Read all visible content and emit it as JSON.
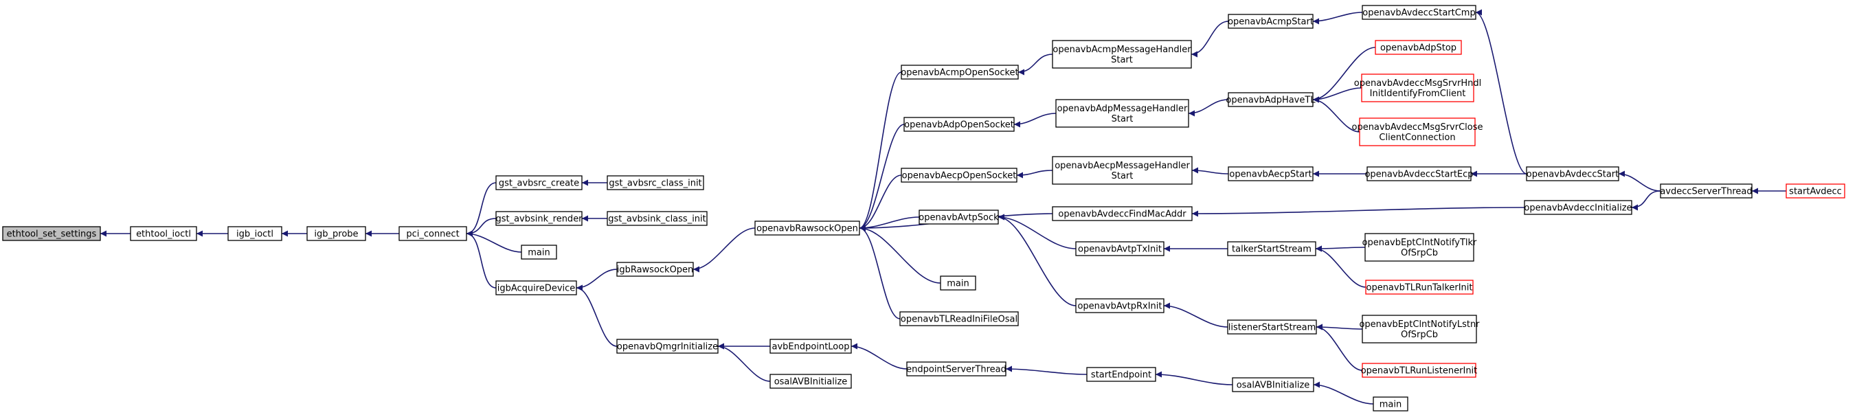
{
  "graph": {
    "root": "ethtool_set_settings",
    "colors": {
      "edge": "#191970",
      "border": "#000000",
      "missing_border": "#ff0000",
      "root_fill": "#bfbfbf"
    },
    "nodes": [
      {
        "id": "ethtool_set_settings",
        "lines": [
          "ethtool_set_settings"
        ],
        "style": "root"
      },
      {
        "id": "ethtool_ioctl",
        "lines": [
          "ethtool_ioctl"
        ]
      },
      {
        "id": "igb_ioctl",
        "lines": [
          "igb_ioctl"
        ]
      },
      {
        "id": "igb_probe",
        "lines": [
          "igb_probe"
        ]
      },
      {
        "id": "pci_connect",
        "lines": [
          "pci_connect"
        ]
      },
      {
        "id": "gst_avbsrc_create",
        "lines": [
          "gst_avbsrc_create"
        ]
      },
      {
        "id": "gst_avbsrc_class_init",
        "lines": [
          "gst_avbsrc_class_init"
        ]
      },
      {
        "id": "gst_avbsink_render",
        "lines": [
          "gst_avbsink_render"
        ]
      },
      {
        "id": "gst_avbsink_class_init",
        "lines": [
          "gst_avbsink_class_init"
        ]
      },
      {
        "id": "main_pci",
        "lines": [
          "main"
        ]
      },
      {
        "id": "igbAcquireDevice",
        "lines": [
          "igbAcquireDevice"
        ]
      },
      {
        "id": "igbRawsockOpen",
        "lines": [
          "igbRawsockOpen"
        ]
      },
      {
        "id": "openavbRawsockOpen",
        "lines": [
          "openavbRawsockOpen"
        ]
      },
      {
        "id": "openavbQmgrInitialize",
        "lines": [
          "openavbQmgrInitialize"
        ]
      },
      {
        "id": "avbEndpointLoop",
        "lines": [
          "avbEndpointLoop"
        ]
      },
      {
        "id": "osalAVBInitialize_1",
        "lines": [
          "osalAVBInitialize"
        ]
      },
      {
        "id": "endpointServerThread",
        "lines": [
          "endpointServerThread"
        ]
      },
      {
        "id": "startEndpoint",
        "lines": [
          "startEndpoint"
        ]
      },
      {
        "id": "osalAVBInitialize_2",
        "lines": [
          "osalAVBInitialize"
        ]
      },
      {
        "id": "main_end",
        "lines": [
          "main"
        ]
      },
      {
        "id": "openavbAcmpOpenSocket",
        "lines": [
          "openavbAcmpOpenSocket"
        ]
      },
      {
        "id": "openavbAdpOpenSocket",
        "lines": [
          "openavbAdpOpenSocket"
        ]
      },
      {
        "id": "openavbAecpOpenSocket",
        "lines": [
          "openavbAecpOpenSocket"
        ]
      },
      {
        "id": "openavbAvtpSock",
        "lines": [
          "openavbAvtpSock"
        ]
      },
      {
        "id": "main_raw",
        "lines": [
          "main"
        ]
      },
      {
        "id": "openavbTLReadIniFileOsal",
        "lines": [
          "openavbTLReadIniFileOsal"
        ]
      },
      {
        "id": "openavbAcmpMessageHandlerStart",
        "lines": [
          "openavbAcmpMessageHandler",
          "Start"
        ]
      },
      {
        "id": "openavbAdpMessageHandlerStart",
        "lines": [
          "openavbAdpMessageHandler",
          "Start"
        ]
      },
      {
        "id": "openavbAecpMessageHandlerStart",
        "lines": [
          "openavbAecpMessageHandler",
          "Start"
        ]
      },
      {
        "id": "openavbAvdeccFindMacAddr",
        "lines": [
          "openavbAvdeccFindMacAddr"
        ]
      },
      {
        "id": "openavbAvtpTxInit",
        "lines": [
          "openavbAvtpTxInit"
        ]
      },
      {
        "id": "openavbAvtpRxInit",
        "lines": [
          "openavbAvtpRxInit"
        ]
      },
      {
        "id": "openavbAcmpStart",
        "lines": [
          "openavbAcmpStart"
        ]
      },
      {
        "id": "openavbAdpHaveTL",
        "lines": [
          "openavbAdpHaveTL"
        ]
      },
      {
        "id": "openavbAecpStart",
        "lines": [
          "openavbAecpStart"
        ]
      },
      {
        "id": "talkerStartStream",
        "lines": [
          "talkerStartStream"
        ]
      },
      {
        "id": "listenerStartStream",
        "lines": [
          "listenerStartStream"
        ]
      },
      {
        "id": "openavbAvdeccStartCmp",
        "lines": [
          "openavbAvdeccStartCmp"
        ]
      },
      {
        "id": "openavbAdpStop",
        "lines": [
          "openavbAdpStop"
        ],
        "style": "red"
      },
      {
        "id": "openavbAvdeccMsgSrvrHndlInitIdentifyFromClient",
        "lines": [
          "openavbAvdeccMsgSrvrHndl",
          "InitIdentifyFromClient"
        ],
        "style": "red"
      },
      {
        "id": "openavbAvdeccMsgSrvrCloseClientConnection",
        "lines": [
          "openavbAvdeccMsgSrvrClose",
          "ClientConnection"
        ],
        "style": "red"
      },
      {
        "id": "openavbAvdeccStartEcp",
        "lines": [
          "openavbAvdeccStartEcp"
        ]
      },
      {
        "id": "openavbEptClntNotifyTlkrOfSrpCb",
        "lines": [
          "openavbEptClntNotifyTlkr",
          "OfSrpCb"
        ]
      },
      {
        "id": "openavbTLRunTalkerInit",
        "lines": [
          "openavbTLRunTalkerInit"
        ],
        "style": "red"
      },
      {
        "id": "openavbEptClntNotifyLstnrOfSrpCb",
        "lines": [
          "openavbEptClntNotifyLstnr",
          "OfSrpCb"
        ]
      },
      {
        "id": "openavbTLRunListenerInit",
        "lines": [
          "openavbTLRunListenerInit"
        ],
        "style": "red"
      },
      {
        "id": "openavbAvdeccStart",
        "lines": [
          "openavbAvdeccStart"
        ]
      },
      {
        "id": "openavbAvdeccInitialize",
        "lines": [
          "openavbAvdeccInitialize"
        ]
      },
      {
        "id": "avdeccServerThread",
        "lines": [
          "avdeccServerThread"
        ]
      },
      {
        "id": "startAvdecc",
        "lines": [
          "startAvdecc"
        ],
        "style": "red"
      }
    ],
    "edges": [
      [
        "ethtool_ioctl",
        "ethtool_set_settings"
      ],
      [
        "igb_ioctl",
        "ethtool_ioctl"
      ],
      [
        "igb_probe",
        "igb_ioctl"
      ],
      [
        "pci_connect",
        "igb_probe"
      ],
      [
        "gst_avbsrc_create",
        "pci_connect"
      ],
      [
        "gst_avbsink_render",
        "pci_connect"
      ],
      [
        "main_pci",
        "pci_connect"
      ],
      [
        "igbAcquireDevice",
        "pci_connect"
      ],
      [
        "gst_avbsrc_class_init",
        "gst_avbsrc_create"
      ],
      [
        "gst_avbsink_class_init",
        "gst_avbsink_render"
      ],
      [
        "igbRawsockOpen",
        "igbAcquireDevice"
      ],
      [
        "openavbQmgrInitialize",
        "igbAcquireDevice"
      ],
      [
        "openavbRawsockOpen",
        "igbRawsockOpen"
      ],
      [
        "avbEndpointLoop",
        "openavbQmgrInitialize"
      ],
      [
        "osalAVBInitialize_1",
        "openavbQmgrInitialize"
      ],
      [
        "endpointServerThread",
        "avbEndpointLoop"
      ],
      [
        "startEndpoint",
        "endpointServerThread"
      ],
      [
        "osalAVBInitialize_2",
        "startEndpoint"
      ],
      [
        "main_end",
        "osalAVBInitialize_2"
      ],
      [
        "openavbAcmpOpenSocket",
        "openavbRawsockOpen"
      ],
      [
        "openavbAdpOpenSocket",
        "openavbRawsockOpen"
      ],
      [
        "openavbAecpOpenSocket",
        "openavbRawsockOpen"
      ],
      [
        "openavbAvdeccFindMacAddr",
        "openavbRawsockOpen"
      ],
      [
        "openavbAvtpSock",
        "openavbRawsockOpen"
      ],
      [
        "main_raw",
        "openavbRawsockOpen"
      ],
      [
        "openavbTLReadIniFileOsal",
        "openavbRawsockOpen"
      ],
      [
        "openavbAcmpMessageHandlerStart",
        "openavbAcmpOpenSocket"
      ],
      [
        "openavbAdpMessageHandlerStart",
        "openavbAdpOpenSocket"
      ],
      [
        "openavbAecpMessageHandlerStart",
        "openavbAecpOpenSocket"
      ],
      [
        "openavbAvtpTxInit",
        "openavbAvtpSock"
      ],
      [
        "openavbAvtpRxInit",
        "openavbAvtpSock"
      ],
      [
        "openavbAcmpStart",
        "openavbAcmpMessageHandlerStart"
      ],
      [
        "openavbAdpHaveTL",
        "openavbAdpMessageHandlerStart"
      ],
      [
        "openavbAecpStart",
        "openavbAecpMessageHandlerStart"
      ],
      [
        "openavbAvdeccInitialize",
        "openavbAvdeccFindMacAddr"
      ],
      [
        "talkerStartStream",
        "openavbAvtpTxInit"
      ],
      [
        "listenerStartStream",
        "openavbAvtpRxInit"
      ],
      [
        "openavbAvdeccStartCmp",
        "openavbAcmpStart"
      ],
      [
        "openavbAdpStop",
        "openavbAdpHaveTL"
      ],
      [
        "openavbAvdeccMsgSrvrHndlInitIdentifyFromClient",
        "openavbAdpHaveTL"
      ],
      [
        "openavbAvdeccMsgSrvrCloseClientConnection",
        "openavbAdpHaveTL"
      ],
      [
        "openavbAvdeccStartEcp",
        "openavbAecpStart"
      ],
      [
        "openavbEptClntNotifyTlkrOfSrpCb",
        "talkerStartStream"
      ],
      [
        "openavbTLRunTalkerInit",
        "talkerStartStream"
      ],
      [
        "openavbEptClntNotifyLstnrOfSrpCb",
        "listenerStartStream"
      ],
      [
        "openavbTLRunListenerInit",
        "listenerStartStream"
      ],
      [
        "openavbAvdeccStart",
        "openavbAvdeccStartCmp"
      ],
      [
        "openavbAvdeccStart",
        "openavbAvdeccStartEcp"
      ],
      [
        "avdeccServerThread",
        "openavbAvdeccStart"
      ],
      [
        "avdeccServerThread",
        "openavbAvdeccInitialize"
      ],
      [
        "startAvdecc",
        "avdeccServerThread"
      ]
    ]
  }
}
